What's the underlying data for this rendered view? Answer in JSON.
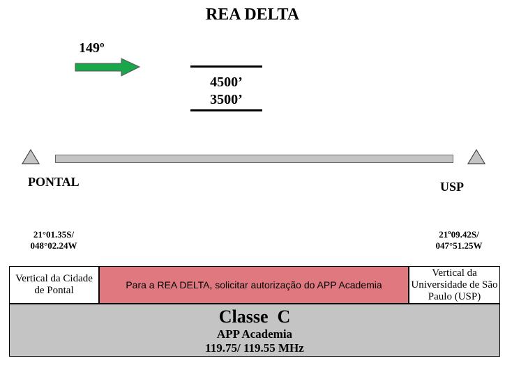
{
  "title": "REA DELTA",
  "heading": {
    "label": "149º",
    "arrow_color": "#1aa64a"
  },
  "altitudes": {
    "upper": "4500’",
    "lower": "3500’"
  },
  "points": [
    {
      "name": "PONTAL",
      "lat": "21°01.35S/",
      "lon": "048°02.24W"
    },
    {
      "name": "USP",
      "lat": "21º09.42S/",
      "lon": "047°51.25W"
    }
  ],
  "boxes": {
    "left": "Vertical da Cidade de Pontal",
    "middle": "Para a REA DELTA, solicitar autorização do APP Academia",
    "right": "Vertical da Universidade de São Paulo (USP)",
    "middle_color": "#e0787f"
  },
  "airspace": {
    "class": "Classe  C",
    "unit": "APP Academia",
    "frequency": "119.75/ 119.55 MHz"
  }
}
